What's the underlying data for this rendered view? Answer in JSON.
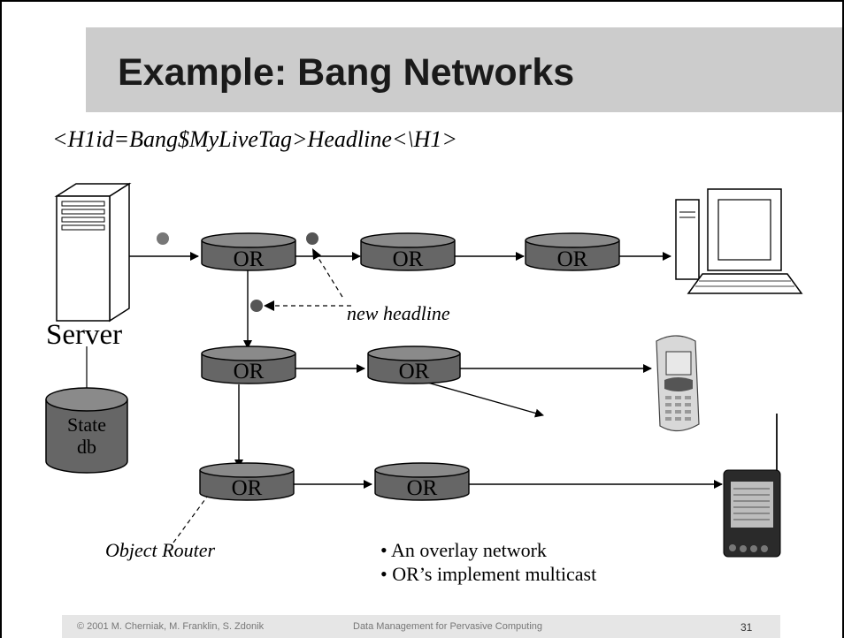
{
  "slide": {
    "title": "Example:  Bang Networks",
    "code_line": "<H1id=Bang$MyLiveTag>Headline<\\H1>"
  },
  "diagram": {
    "server_label": "Server",
    "state_db_label_line1": "State",
    "state_db_label_line2": "db",
    "router_label": "OR",
    "new_headline_label": "new headline",
    "object_router_label": "Object Router",
    "bullets": [
      "• An overlay network",
      "• OR’s implement multicast"
    ]
  },
  "footer": {
    "copyright": "© 2001 M. Cherniak, M. Franklin, S. Zdonik",
    "course": "Data Management for Pervasive Computing",
    "page_number": "31"
  },
  "colors": {
    "title_bar": "#cccccc",
    "router_fill": "#666666",
    "footer_bar": "#e6e6e6"
  }
}
